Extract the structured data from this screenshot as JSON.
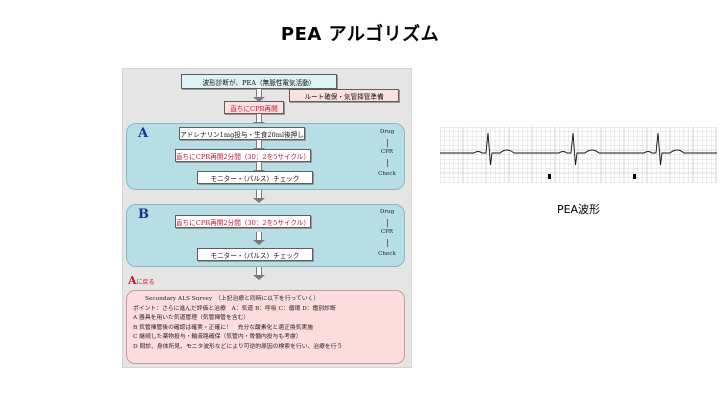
{
  "slide": {
    "title": "PEA アルゴリズム"
  },
  "flowchart": {
    "top_boxes": [
      "波形診断が、PEA（無脈性電気活動）",
      "ルート確保・気管挿管準備",
      "直ちにCPR再開"
    ],
    "panel_a": {
      "letter": "A",
      "boxes": [
        "アドレナリン1mg投与・生食20ml後押し",
        "直ちにCPR再開2分間（30：2を5サイクル）",
        "モニター・（パルス）チェック"
      ],
      "side_labels": [
        "Drug",
        "CPR",
        "Check"
      ]
    },
    "panel_b": {
      "letter": "B",
      "boxes": [
        "直ちにCPR再開2分間（30：2を5サイクル）",
        "モニター・（パルス）チェック"
      ],
      "side_labels": [
        "Drug",
        "CPR",
        "Check"
      ]
    },
    "back_label": {
      "letter": "A",
      "text": "に戻る"
    },
    "survey": {
      "heading": "Secondary ALS Survey　（上記治療と同時に以下を行っていく）",
      "lines": [
        "ポイント：さらに進んだ評価と治療　A：気道 B：呼吸 C：循環 D：鑑別診断",
        "A 器具を用いた気道管理（気管挿管を含む）",
        "B 気管挿管後の確認は確実・正確に！　充分な酸素化と適正換気実施",
        "C 継続した薬物投与・輸液路確保（気管内・骨髄内投与も考慮）",
        "D 問診、身体所見、モニタ波形などにより可逆的原因の検索を行い、治療を行う"
      ]
    }
  },
  "ecg": {
    "caption": "PEA波形",
    "grid_color": "#b9b9b9",
    "trace_color": "#111111"
  }
}
